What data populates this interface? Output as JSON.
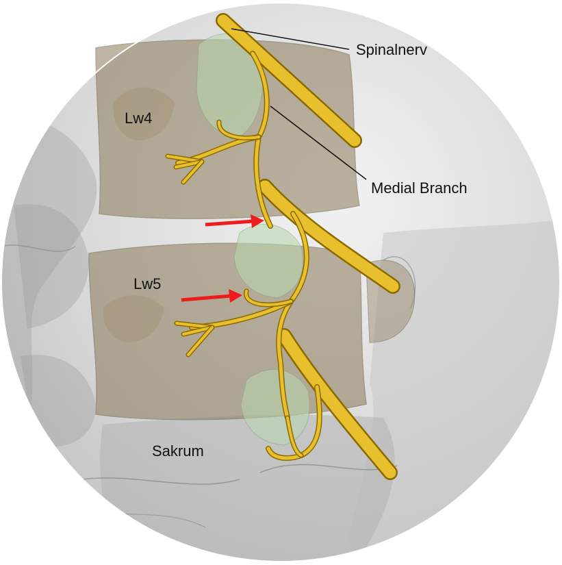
{
  "labels": {
    "spinal_nerve": "Spinalnerv",
    "medial_branch": "Medial Branch",
    "lw4": "Lw4",
    "lw5": "Lw5",
    "sacrum": "Sakrum"
  },
  "colors": {
    "nerve_fill": "#e8bf2c",
    "nerve_outline": "#8a6a00",
    "vertebra_fill": "#8c7a5a",
    "facet_fill": "#b8d8b0",
    "arrow": "#ee1c1c",
    "leader_line": "#111111",
    "background_gray": "#d9d9d9"
  },
  "annotations": {
    "arrows_count": 2,
    "arrow_direction": "right"
  }
}
